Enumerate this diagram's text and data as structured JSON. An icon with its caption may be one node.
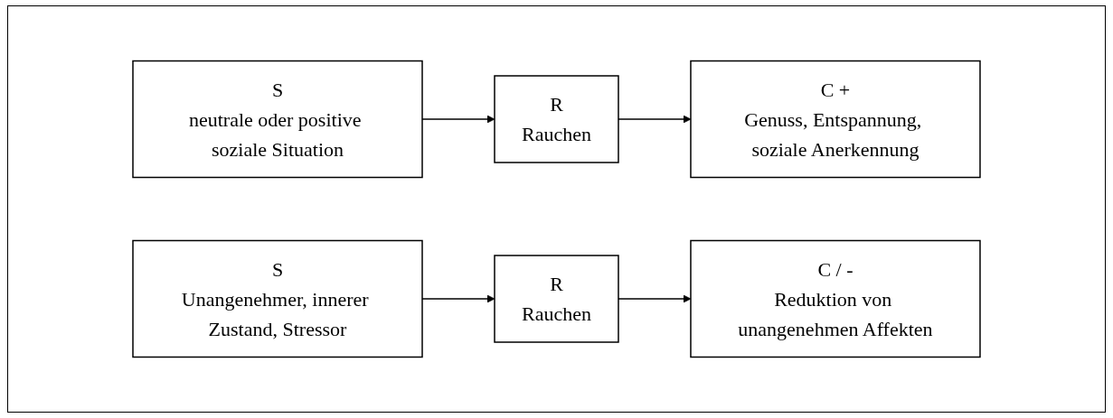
{
  "diagram": {
    "nodes": [
      {
        "text": [
          "S",
          "neutrale oder positive soziale Situation"
        ]
      },
      {
        "text": [
          "R",
          "Rauchen"
        ]
      },
      {
        "text": [
          "C +",
          "Genuss, Entspannung, soziale Anerkennung"
        ]
      },
      {
        "text": [
          "S",
          "Unangenehmer, innerer Zustand, Stressor"
        ]
      },
      {
        "text": [
          "R",
          "Rauchen"
        ]
      },
      {
        "text": [
          "C / -",
          "Reduktion von unangenehmen Affekten"
        ]
      }
    ],
    "edges": [
      {
        "from": 0,
        "to": 1,
        "arrow": "to"
      },
      {
        "from": 1,
        "to": 2,
        "arrow": "to"
      },
      {
        "from": 3,
        "to": 4,
        "arrow": "to"
      },
      {
        "from": 4,
        "to": 5,
        "arrow": "to"
      }
    ]
  }
}
